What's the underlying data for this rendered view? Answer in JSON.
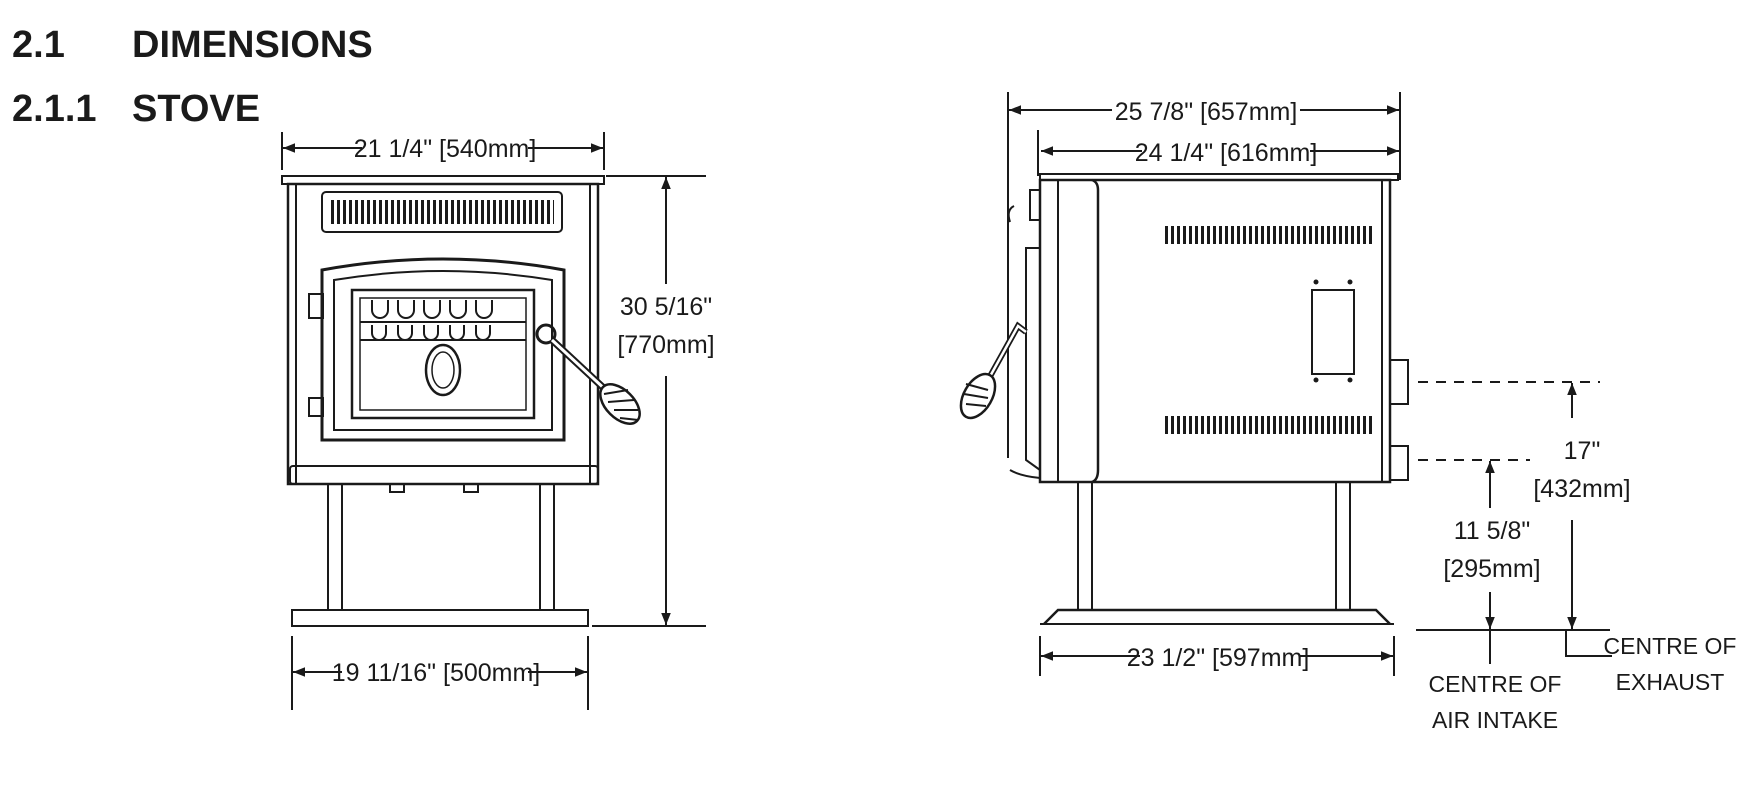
{
  "headings": {
    "section_number": "2.1",
    "section_title": "DIMENSIONS",
    "subsection_number": "2.1.1",
    "subsection_title": "STOVE"
  },
  "front_view": {
    "width_top": "21 1/4\" [540mm]",
    "height_in": "30 5/16\"",
    "height_mm": "[770mm]",
    "width_base": "19 11/16\" [500mm]"
  },
  "side_view": {
    "overall_depth": "25 7/8\" [657mm]",
    "body_depth": "24 1/4\" [616mm]",
    "base_depth": "23 1/2\" [597mm]",
    "exhaust_height_in": "17\"",
    "exhaust_height_mm": "[432mm]",
    "intake_height_in": "11 5/8\"",
    "intake_height_mm": "[295mm]",
    "label_intake_line1": "CENTRE OF",
    "label_intake_line2": "AIR INTAKE",
    "label_exhaust_line1": "CENTRE OF",
    "label_exhaust_line2": "EXHAUST"
  }
}
